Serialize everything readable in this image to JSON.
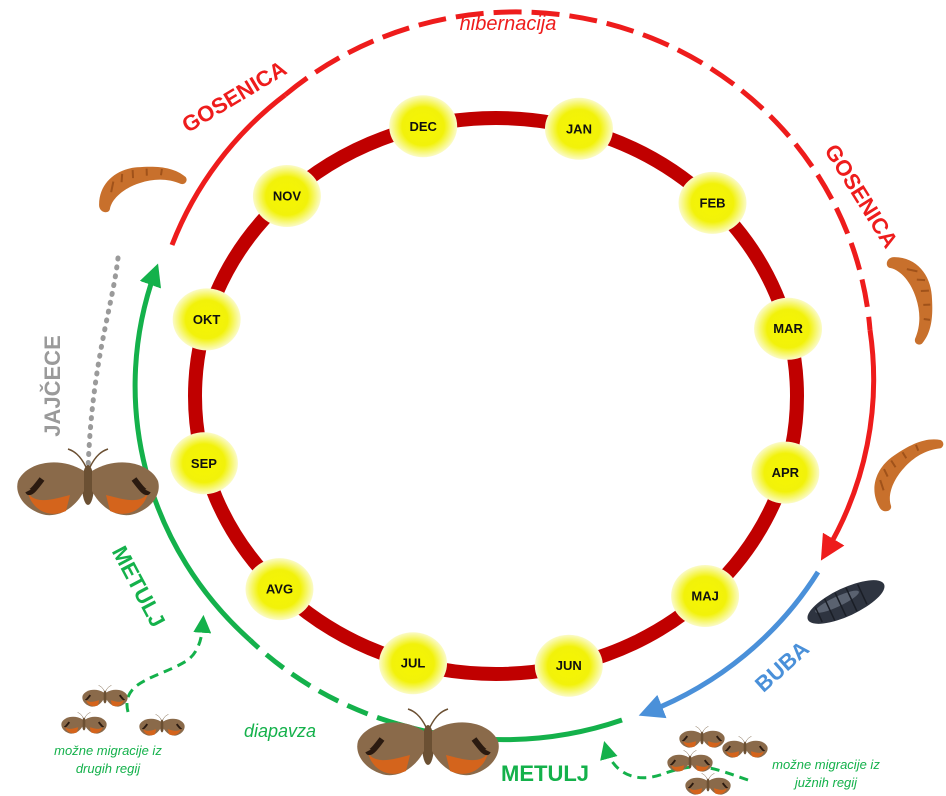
{
  "colors": {
    "inner_ring": "#c00000",
    "month_fill": "#f2f20a",
    "month_glow": "#ffffff",
    "larva_stage": "#ee1c1c",
    "pupa_stage": "#4a90d9",
    "adult_stage": "#14b14b",
    "egg_stage": "#9a9a9a",
    "larva_body": "#c8702c",
    "pupa_body": "#2e3440",
    "moth_wing": "#8a6a4a",
    "moth_band": "#d4641c"
  },
  "months": [
    "JAN",
    "FEB",
    "MAR",
    "APR",
    "MAJ",
    "JUN",
    "JUL",
    "AVG",
    "SEP",
    "OKT",
    "NOV",
    "DEC"
  ],
  "labels": {
    "hibernation": "hibernacija",
    "larva_left": "GOSENICA",
    "larva_right": "GOSENICA",
    "egg": "JAJČECE",
    "adult_left": "METULJ",
    "adult_bottom": "METULJ",
    "pupa": "BUBA",
    "diapause": "diapavza",
    "migration_left_line1": "možne migracije iz",
    "migration_left_line2": "drugih regij",
    "migration_right_line1": "možne migracije iz",
    "migration_right_line2": "južnih regij"
  },
  "icons": {
    "larva": "caterpillar-icon",
    "pupa": "pupa-icon",
    "adult": "moth-icon"
  }
}
